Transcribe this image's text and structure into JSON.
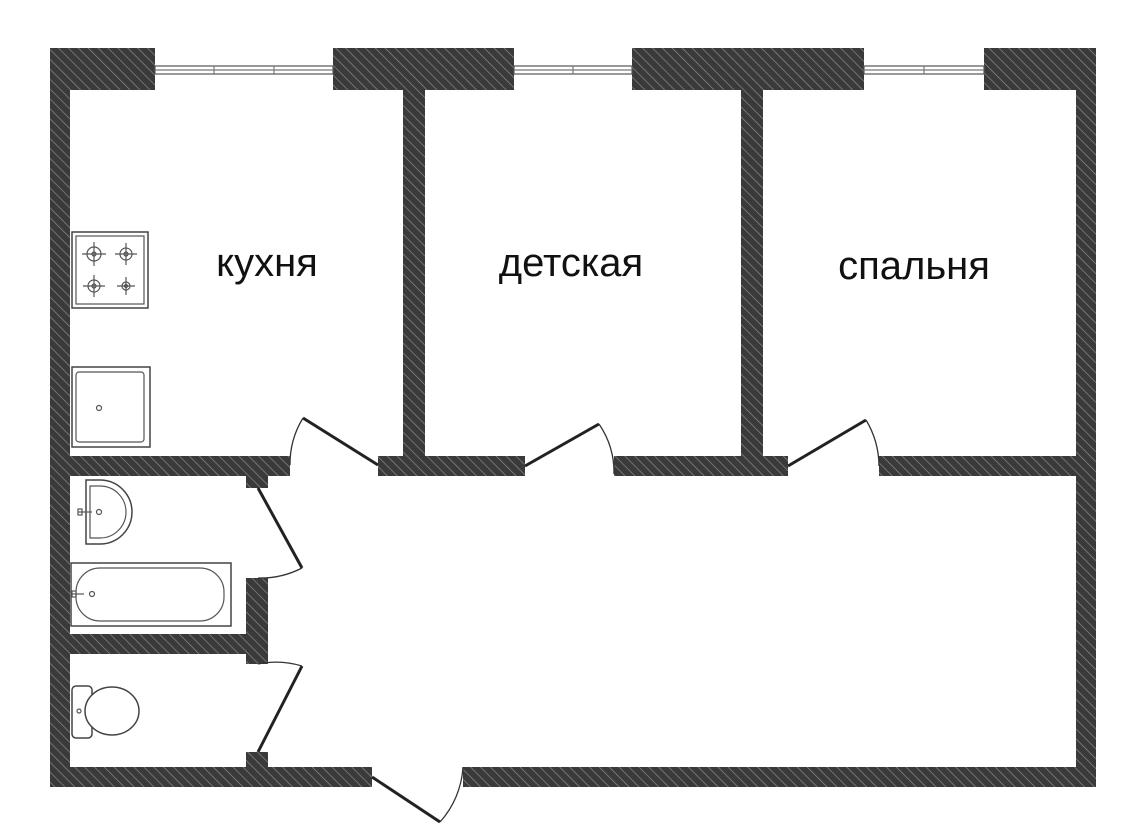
{
  "rooms": {
    "kitchen": {
      "label": "кухня"
    },
    "kids": {
      "label": "детская"
    },
    "bedroom": {
      "label": "спальня"
    }
  },
  "colors": {
    "wall": "#3a3a3a",
    "hatch": "#8a8a8a",
    "background": "#ffffff"
  },
  "icons": {
    "stove": "stove-icon",
    "sink": "sink-icon",
    "washbasin": "washbasin-icon",
    "bathtub": "bathtub-icon",
    "toilet": "toilet-icon"
  }
}
